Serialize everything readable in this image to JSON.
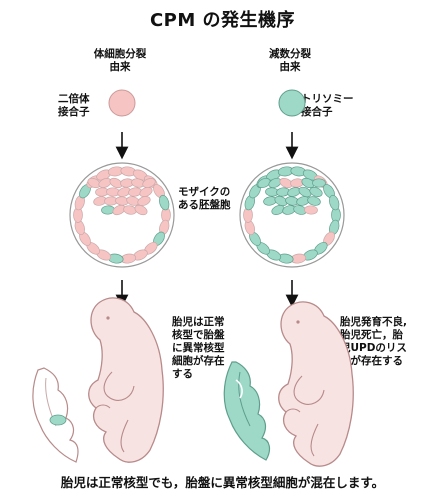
{
  "title": "CPM の発生機序",
  "left": {
    "origin": "体細胞分裂\n由来",
    "zygote_label": "二倍体\n接合子",
    "fetus_note": "胎児は正常\n核型で胎盤\nに異常核型\n細胞が存在\nする"
  },
  "right": {
    "origin": "減数分裂\n由来",
    "zygote_label": "トリソミー\n接合子",
    "fetus_note": "胎児発育不良,\n胎児死亡，胎\n児UPDのリス\nクが存在する"
  },
  "blastocyst_label": "モザイクの\nある胚盤胞",
  "footer": "胎児は正常核型でも，胎盤に異常核型細胞が混在します。",
  "colors": {
    "normal_cell": "#f7c4c4",
    "abnormal_cell": "#9ed9c8",
    "normal_outline": "#c9a8a8",
    "abnormal_outline": "#5f9e8c",
    "fetus_skin": "#f8e3e3",
    "fetus_outline": "#b88a8a"
  }
}
